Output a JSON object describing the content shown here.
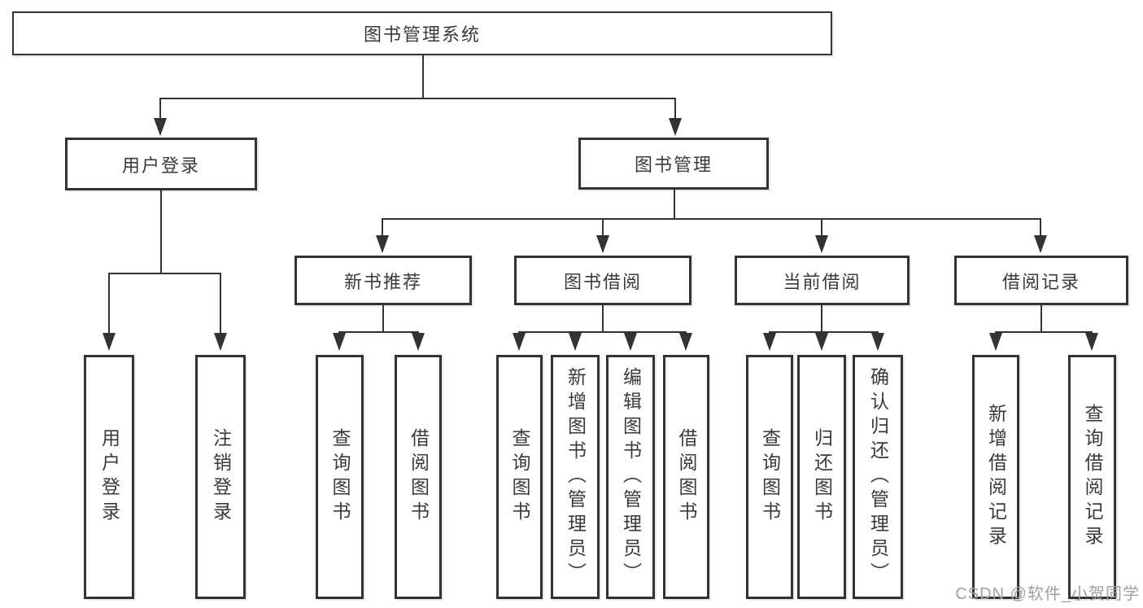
{
  "diagram": {
    "root": {
      "label": "图书管理系统"
    },
    "branches": [
      {
        "label": "用户登录",
        "leaves": [
          {
            "label": "用户登录"
          },
          {
            "label": "注销登录"
          }
        ]
      },
      {
        "label": "图书管理",
        "children": [
          {
            "label": "新书推荐",
            "leaves": [
              {
                "label": "查询图书"
              },
              {
                "label": "借阅图书"
              }
            ]
          },
          {
            "label": "图书借阅",
            "leaves": [
              {
                "label": "查询图书"
              },
              {
                "label": "新增图书（管理员）"
              },
              {
                "label": "编辑图书（管理员）"
              },
              {
                "label": "借阅图书"
              }
            ]
          },
          {
            "label": "当前借阅",
            "leaves": [
              {
                "label": "查询图书"
              },
              {
                "label": "归还图书"
              },
              {
                "label": "确认归还（管理员）"
              }
            ]
          },
          {
            "label": "借阅记录",
            "leaves": [
              {
                "label": "新增借阅记录"
              },
              {
                "label": "查询借阅记录"
              }
            ]
          }
        ]
      }
    ]
  },
  "watermark": {
    "text": "CSDN @软件_小贺同学"
  },
  "colors": {
    "line": "#333333",
    "box_border": "#333333",
    "box_fill": "#ffffff",
    "text": "#3a3a3a",
    "watermark": "#9aa0a6",
    "background": "#ffffff"
  }
}
